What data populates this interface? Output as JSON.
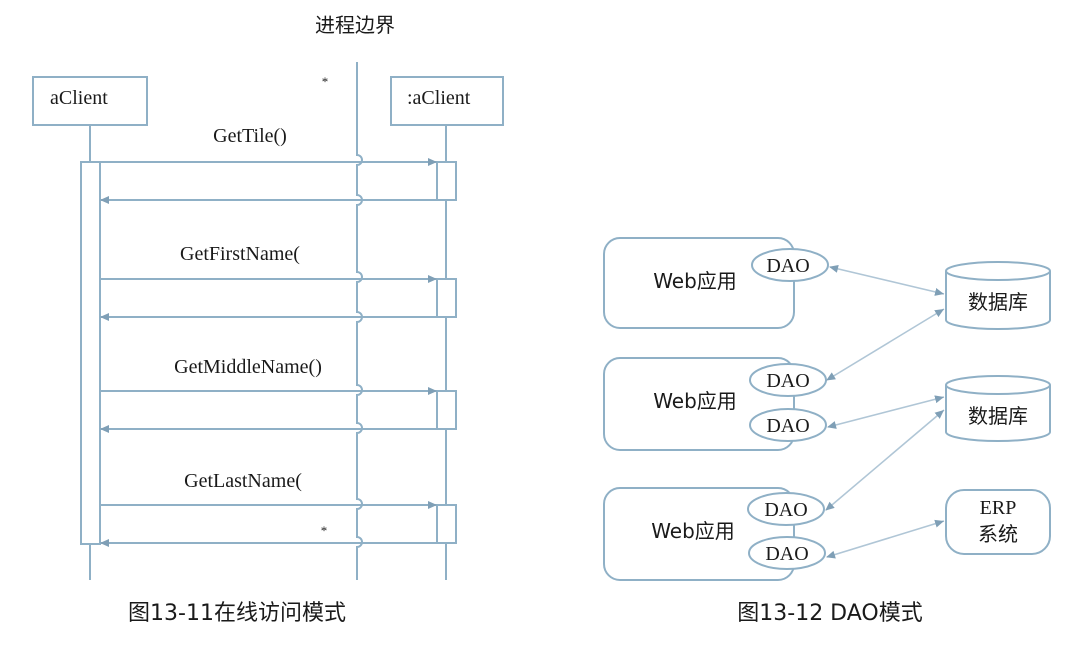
{
  "left_diagram": {
    "boundary_label": "进程边界",
    "client_left": "aClient",
    "client_right": ":aClient",
    "asterisk": "*",
    "messages": [
      "GetTile()",
      "GetFirstName(",
      "GetMiddleName()",
      "GetLastName("
    ],
    "caption": "图13-11在线访问模式"
  },
  "right_diagram": {
    "web_label": "Web应用",
    "dao_label": "DAO",
    "db_label": "数据库",
    "erp_line1": "ERP",
    "erp_line2": "系统",
    "caption": "图13-12 DAO模式"
  },
  "colors": {
    "line": "#8fb0c6",
    "text": "#1a1a1a",
    "arrow": "#7f9fb6"
  }
}
